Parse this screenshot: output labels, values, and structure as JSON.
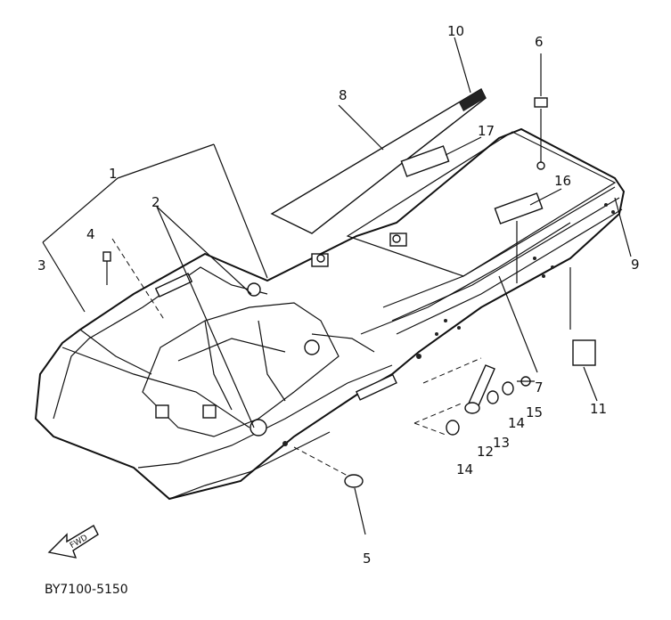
{
  "diagram": {
    "code": "BY7100-5150",
    "fwd_label": "FWD",
    "callouts": [
      "1",
      "2",
      "3",
      "4",
      "5",
      "6",
      "7",
      "8",
      "9",
      "10",
      "11",
      "12",
      "13",
      "14",
      "14",
      "15",
      "16",
      "17"
    ]
  }
}
